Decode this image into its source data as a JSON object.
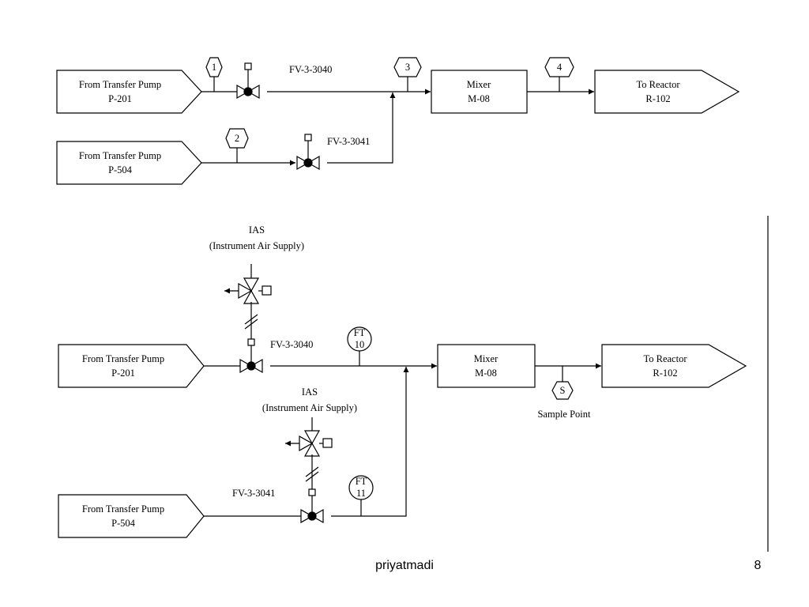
{
  "diagram1": {
    "source1_line1": "From Transfer Pump",
    "source1_line2": "P-201",
    "source2_line1": "From Transfer Pump",
    "source2_line2": "P-504",
    "stream1": "1",
    "stream2": "2",
    "stream3": "3",
    "stream4": "4",
    "valve1_tag": "FV-3-3040",
    "valve2_tag": "FV-3-3041",
    "mixer_line1": "Mixer",
    "mixer_line2": "M-08",
    "dest_line1": "To Reactor",
    "dest_line2": "R-102"
  },
  "diagram2": {
    "source1_line1": "From Transfer Pump",
    "source1_line2": "P-201",
    "source2_line1": "From Transfer Pump",
    "source2_line2": "P-504",
    "ias1_line1": "IAS",
    "ias1_line2": "(Instrument Air Supply)",
    "ias2_line1": "IAS",
    "ias2_line2": "(Instrument Air Supply)",
    "valve1_tag": "FV-3-3040",
    "valve2_tag": "FV-3-3041",
    "ft1_line1": "FT",
    "ft1_line2": "10",
    "ft2_line1": "FT",
    "ft2_line2": "11",
    "mixer_line1": "Mixer",
    "mixer_line2": "M-08",
    "dest_line1": "To Reactor",
    "dest_line2": "R-102",
    "sample_symbol": "S",
    "sample_label": "Sample Point"
  },
  "footer": {
    "author": "priyatmadi",
    "page": "8"
  }
}
